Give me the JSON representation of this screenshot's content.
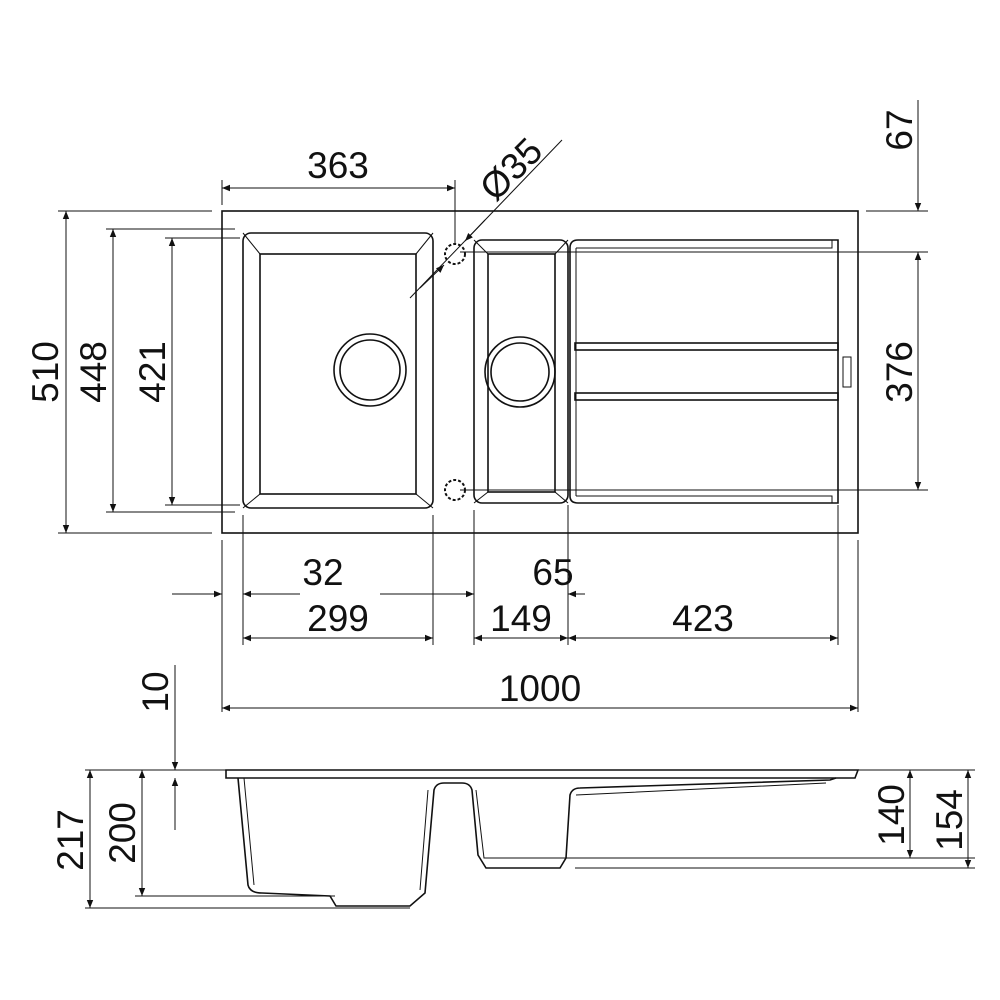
{
  "drawing": {
    "top_view": {
      "width_overall": "1000",
      "depth_overall": "510",
      "depth_bowl_outer": "448",
      "depth_bowl_inner": "421",
      "tap_hole_offset": "363",
      "tap_hole_diameter": "Ø35",
      "tap_hole_from_back": "67",
      "tap_hole_spacing": "376",
      "left_margin": "32",
      "main_bowl_width": "299",
      "gap_between_bowls": "65",
      "small_bowl_width": "149",
      "drainer_width": "423"
    },
    "side_view": {
      "rim_thickness": "10",
      "total_height": "217",
      "main_bowl_depth": "200",
      "small_bowl_depth": "140",
      "small_bowl_total": "154"
    }
  }
}
